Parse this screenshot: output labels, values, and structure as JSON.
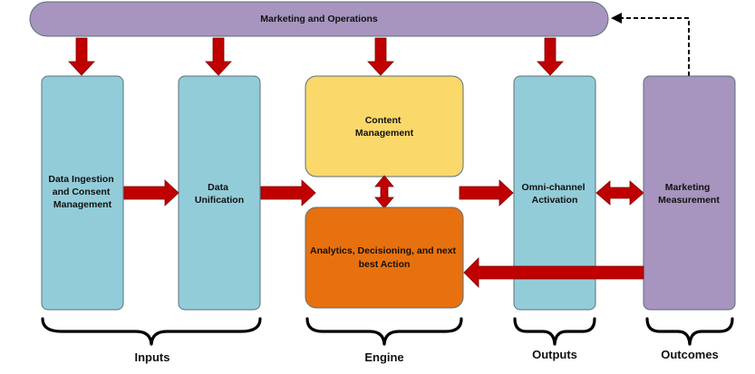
{
  "boxes": {
    "marketing_ops": {
      "label": "Marketing and Operations"
    },
    "data_ingestion": {
      "lines": [
        "Data Ingestion",
        "and Consent",
        "Management"
      ]
    },
    "data_unification": {
      "lines": [
        "Data",
        "Unification"
      ]
    },
    "content_management": {
      "lines": [
        "Content",
        "Management"
      ]
    },
    "analytics": {
      "lines": [
        "Analytics, Decisioning, and next",
        "best Action"
      ]
    },
    "omni_channel": {
      "lines": [
        "Omni-channel",
        "Activation"
      ]
    },
    "marketing_measurement": {
      "lines": [
        "Marketing",
        "Measurement"
      ]
    }
  },
  "groups": {
    "inputs": "Inputs",
    "engine": "Engine",
    "outputs": "Outputs",
    "outcomes": "Outcomes"
  },
  "colors": {
    "lavender": "#a794bf",
    "light_blue": "#93ccd9",
    "yellow": "#fbd86a",
    "orange": "#e8710f",
    "arrow_red": "#c00000"
  }
}
